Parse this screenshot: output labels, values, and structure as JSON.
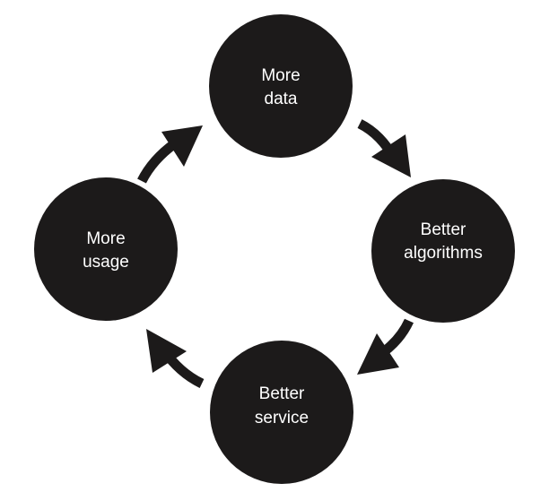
{
  "colors": {
    "node": "#1c1a1a",
    "arrow": "#1c1a1a",
    "text": "#ffffff"
  },
  "nodes": [
    {
      "id": "more-data",
      "lines": [
        "More",
        "data"
      ]
    },
    {
      "id": "better-algorithms",
      "lines": [
        "Better",
        "algorithms"
      ]
    },
    {
      "id": "better-service",
      "lines": [
        "Better",
        "service"
      ]
    },
    {
      "id": "more-usage",
      "lines": [
        "More",
        "usage"
      ]
    }
  ],
  "edges": [
    {
      "from": "more-data",
      "to": "better-algorithms"
    },
    {
      "from": "better-algorithms",
      "to": "better-service"
    },
    {
      "from": "better-service",
      "to": "more-usage"
    },
    {
      "from": "more-usage",
      "to": "more-data"
    }
  ]
}
